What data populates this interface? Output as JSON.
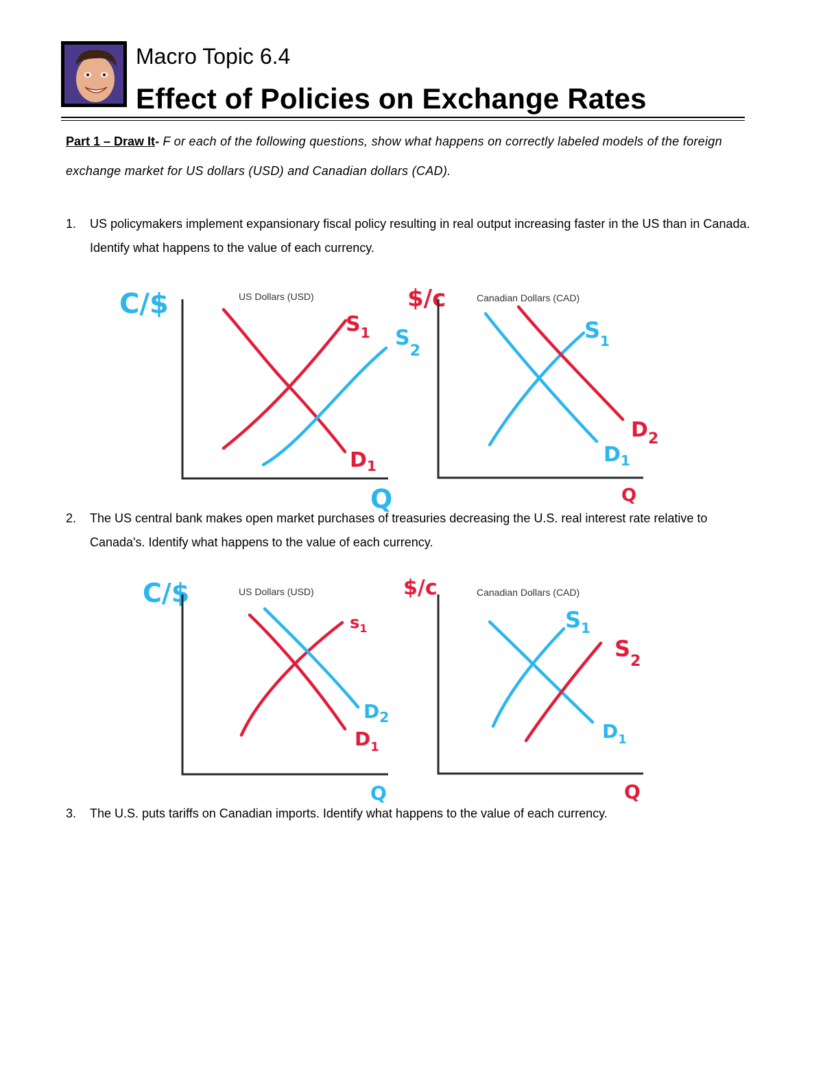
{
  "header": {
    "topic": "Macro Topic 6.4",
    "title": "Effect of Policies on Exchange Rates"
  },
  "intro": {
    "lead": "Part 1 – Draw It",
    "lead_dash": "-",
    "text": " F or each of the following questions, show what happens on correctly labeled models of the foreign exchange market for US dollars (USD) and Canadian dollars (CAD)."
  },
  "questions": [
    {
      "number": "1.",
      "text": "US policymakers implement expansionary fiscal policy resulting in real output increasing faster in the US than in Canada. Identify what happens to the value of each currency."
    },
    {
      "number": "2.",
      "text": "The US central bank makes open market purchases of treasuries decreasing the U.S. real interest rate relative to Canada's. Identify what happens to the value of each currency."
    },
    {
      "number": "3.",
      "text": "The U.S. puts tariffs on Canadian imports. Identify what happens to the value of each currency."
    }
  ],
  "colors": {
    "red": "#e11d3a",
    "blue": "#2bb6ee",
    "axis": "#2a2a2a"
  },
  "graphs": {
    "q1_usd": {
      "title": "US Dollars (USD)",
      "y_label": "C/$",
      "x_label": "Q",
      "curves": [
        "S1",
        "S2",
        "D1"
      ]
    },
    "q1_cad": {
      "title": "Canadian Dollars (CAD)",
      "y_label": "$/c",
      "x_label": "Q",
      "curves": [
        "S1",
        "D1",
        "D2"
      ]
    },
    "q2_usd": {
      "title": "US Dollars (USD)",
      "y_label": "C/$",
      "x_label": "Q",
      "curves": [
        "S1",
        "D1",
        "D2"
      ]
    },
    "q2_cad": {
      "title": "Canadian Dollars (CAD)",
      "y_label": "$/c",
      "x_label": "Q",
      "curves": [
        "S1",
        "S2",
        "D1"
      ]
    }
  },
  "labels": {
    "q1_usd": {
      "s1": "S",
      "s1_sub": "1",
      "s2": "S",
      "s2_sub": "2",
      "d1": "D",
      "d1_sub": "1"
    },
    "q1_cad": {
      "s1": "S",
      "s1_sub": "1",
      "d1": "D",
      "d1_sub": "1",
      "d2": "D",
      "d2_sub": "2"
    },
    "q2_usd": {
      "s1": "s",
      "s1_sub": "1",
      "d1": "D",
      "d1_sub": "1",
      "d2": "D",
      "d2_sub": "2"
    },
    "q2_cad": {
      "s1": "S",
      "s1_sub": "1",
      "s2": "S",
      "s2_sub": "2",
      "d1": "D",
      "d1_sub": "1"
    }
  }
}
